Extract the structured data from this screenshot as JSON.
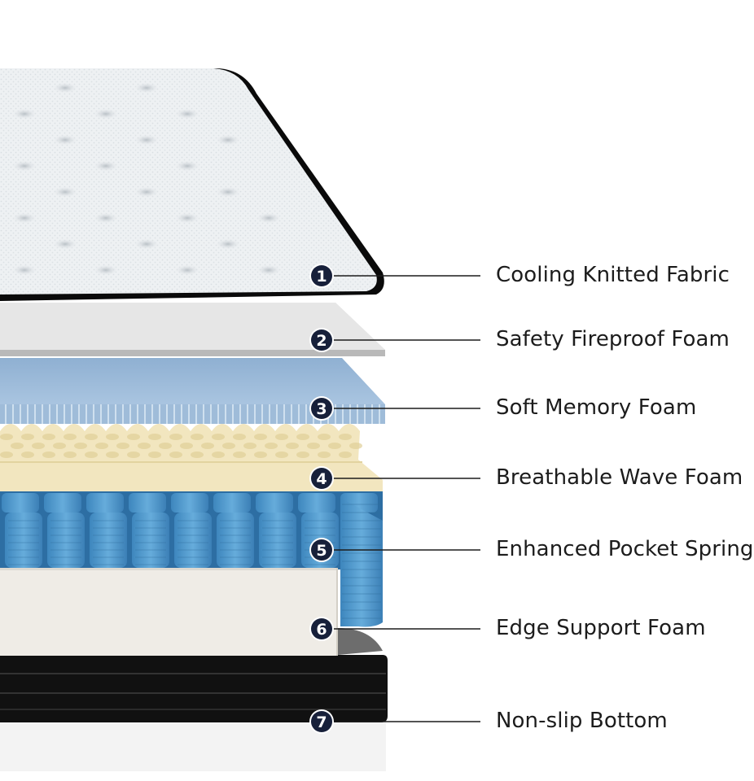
{
  "layers": [
    {
      "number": "1",
      "label": "Cooling Knitted Fabric"
    },
    {
      "number": "2",
      "label": "Safety Fireproof Foam"
    },
    {
      "number": "3",
      "label": "Soft Memory Foam"
    },
    {
      "number": "4",
      "label": "Breathable Wave Foam"
    },
    {
      "number": "5",
      "label": "Enhanced Pocket Spring"
    },
    {
      "number": "6",
      "label": "Edge Support Foam"
    },
    {
      "number": "7",
      "label": "Non-slip Bottom"
    }
  ],
  "colors": {
    "badge": "#17203a",
    "fabric": "#eef1f3",
    "fireproof": "#d6d6d6",
    "memory_foam": "#a9c4de",
    "wave_foam": "#f2e6bf",
    "springs": "#5aa0d2",
    "edge_foam": "#efece6",
    "bottom": "#111111"
  }
}
